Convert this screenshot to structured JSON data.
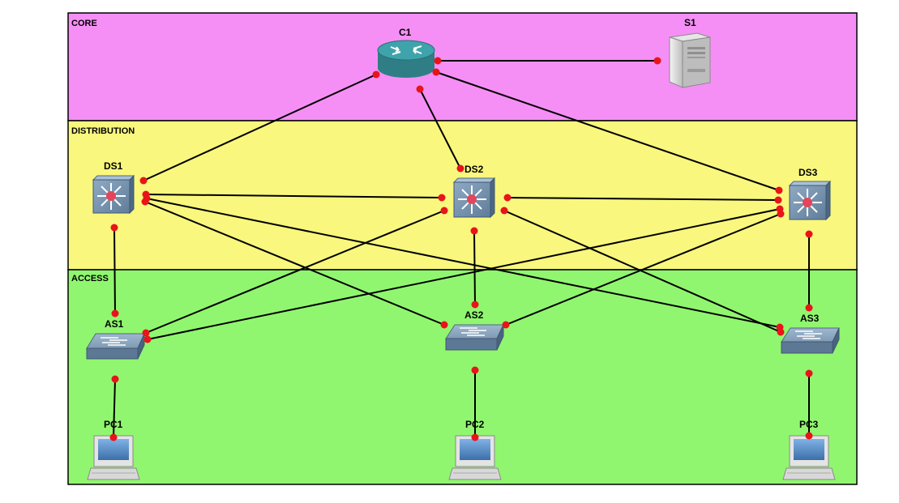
{
  "zones": {
    "core": {
      "label": "CORE",
      "color": "#f58ff5"
    },
    "distribution": {
      "label": "DISTRIBUTION",
      "color": "#f9f77d"
    },
    "access": {
      "label": "ACCESS",
      "color": "#91f66f"
    }
  },
  "devices": {
    "c1": {
      "label": "C1",
      "icon": "router-icon"
    },
    "s1": {
      "label": "S1",
      "icon": "server-icon"
    },
    "ds1": {
      "label": "DS1",
      "icon": "multilayer-switch-icon"
    },
    "ds2": {
      "label": "DS2",
      "icon": "multilayer-switch-icon"
    },
    "ds3": {
      "label": "DS3",
      "icon": "multilayer-switch-icon"
    },
    "as1": {
      "label": "AS1",
      "icon": "switch-icon"
    },
    "as2": {
      "label": "AS2",
      "icon": "switch-icon"
    },
    "as3": {
      "label": "AS3",
      "icon": "switch-icon"
    },
    "pc1": {
      "label": "PC1",
      "icon": "pc-icon"
    },
    "pc2": {
      "label": "PC2",
      "icon": "pc-icon"
    },
    "pc3": {
      "label": "PC3",
      "icon": "pc-icon"
    }
  },
  "links": [
    {
      "from": "c1",
      "to": "s1"
    },
    {
      "from": "c1",
      "to": "ds1"
    },
    {
      "from": "c1",
      "to": "ds2"
    },
    {
      "from": "c1",
      "to": "ds3"
    },
    {
      "from": "ds1",
      "to": "ds2"
    },
    {
      "from": "ds2",
      "to": "ds3"
    },
    {
      "from": "ds1",
      "to": "as1"
    },
    {
      "from": "ds1",
      "to": "as2"
    },
    {
      "from": "ds1",
      "to": "as3"
    },
    {
      "from": "ds2",
      "to": "as1"
    },
    {
      "from": "ds2",
      "to": "as2"
    },
    {
      "from": "ds2",
      "to": "as3"
    },
    {
      "from": "ds3",
      "to": "as1"
    },
    {
      "from": "ds3",
      "to": "as2"
    },
    {
      "from": "ds3",
      "to": "as3"
    },
    {
      "from": "as1",
      "to": "pc1"
    },
    {
      "from": "as2",
      "to": "pc2"
    },
    {
      "from": "as3",
      "to": "pc3"
    }
  ],
  "colors": {
    "link": "#000000",
    "port": "#e8141a",
    "border": "#000000"
  }
}
